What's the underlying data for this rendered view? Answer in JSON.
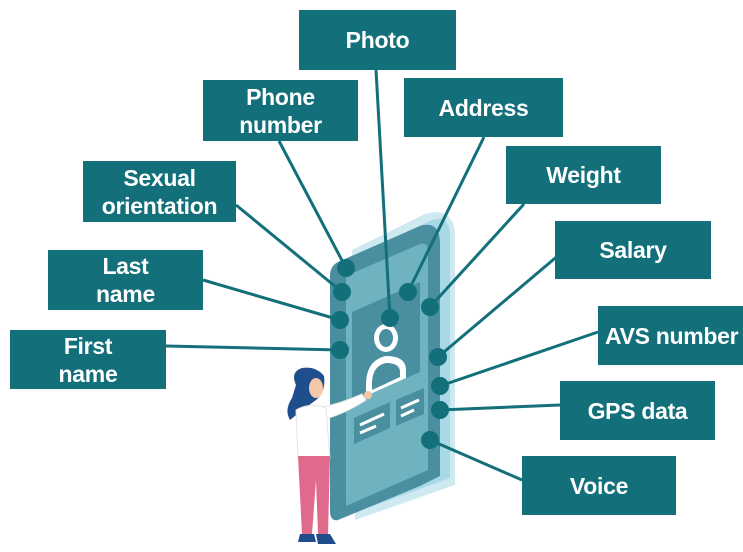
{
  "labels": {
    "photo": "Photo",
    "phone_number": "Phone\nnumber",
    "address": "Address",
    "sexual_orientation": "Sexual\norientation",
    "weight": "Weight",
    "last_name": "Last\nname",
    "salary": "Salary",
    "first_name": "First\nname",
    "avs_number": "AVS number",
    "gps_data": "GPS data",
    "voice": "Voice"
  },
  "colors": {
    "label_bg": "#13707a",
    "label_text": "#ffffff",
    "connector": "#13707a",
    "phone_back": "#a9d8e6",
    "phone_body": "#4a8fa0",
    "phone_screen": "#6fb2c0",
    "person_hair": "#1f4e8c",
    "person_shirt": "#ffffff",
    "person_pants": "#e16a8c",
    "person_skin": "#f4c7a8"
  },
  "icons": [
    "user-avatar-icon",
    "smartphone-illustration",
    "woman-illustration"
  ]
}
